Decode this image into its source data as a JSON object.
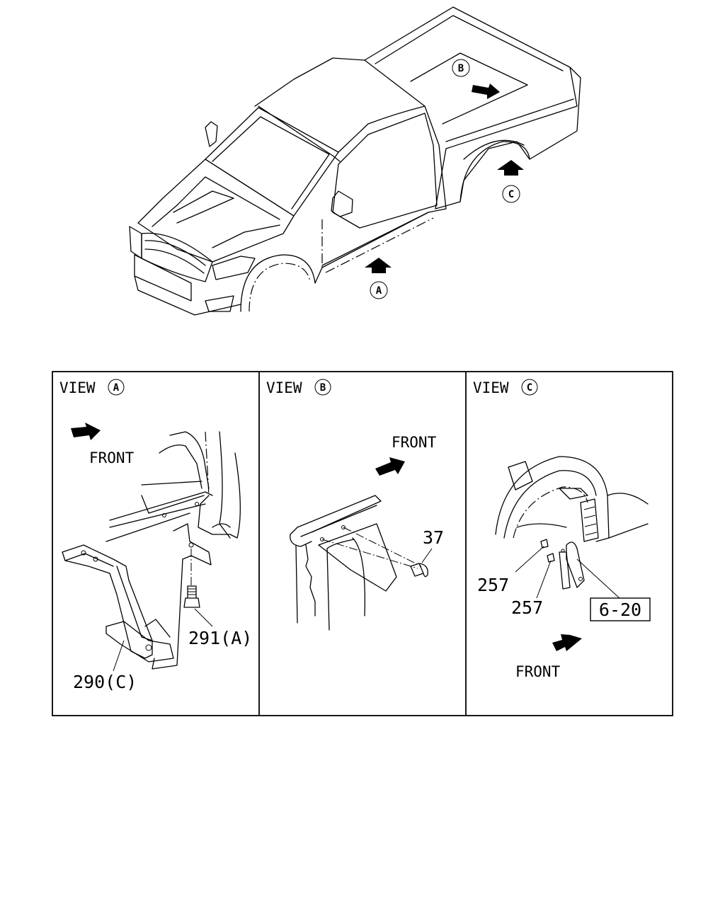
{
  "overview": {
    "callout_a": "A",
    "callout_b": "B",
    "callout_c": "C"
  },
  "views": [
    {
      "title_prefix": "VIEW",
      "callout": "A",
      "front_label": "FRONT",
      "parts": [
        "291(A)",
        "290(C)"
      ]
    },
    {
      "title_prefix": "VIEW",
      "callout": "B",
      "front_label": "FRONT",
      "parts": [
        "37"
      ]
    },
    {
      "title_prefix": "VIEW",
      "callout": "C",
      "front_label": "FRONT",
      "parts": [
        "257",
        "257"
      ],
      "reference_box": "6-20"
    }
  ]
}
